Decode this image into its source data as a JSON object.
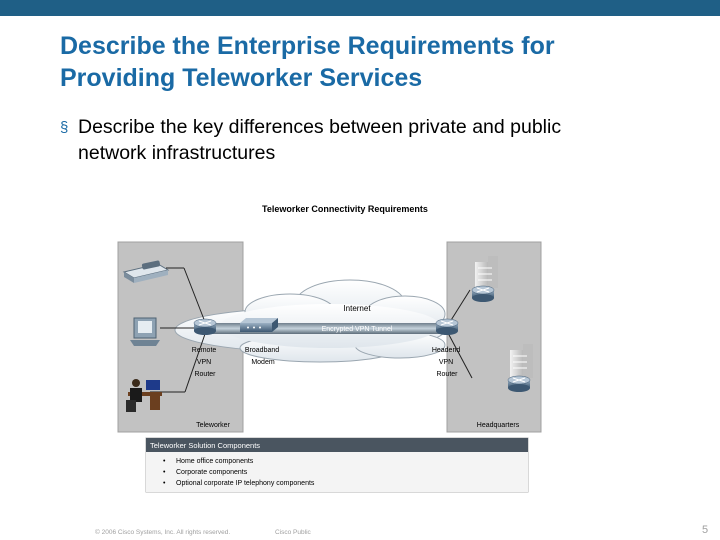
{
  "slide": {
    "title_lines": [
      "Describe the Enterprise Requirements for",
      "Providing Teleworker Services"
    ],
    "bullet_lines": [
      "Describe the key differences between private and public",
      "network infrastructures"
    ],
    "accent_color": "#1a6aa5",
    "topbar_color": "#1f5f86"
  },
  "figure": {
    "title": "Teleworker Connectivity Requirements",
    "cloud_label": "Internet",
    "tunnel_label": "Encrypted VPN Tunnel",
    "remote_router_label": [
      "Remote",
      "VPN",
      "Router"
    ],
    "modem_label": [
      "Broadband",
      "Modem"
    ],
    "headend_label": [
      "Headend",
      "VPN",
      "Router"
    ],
    "left_panel_label": "Teleworker",
    "right_panel_label": "Headquarters",
    "components": {
      "header": "Teleworker Solution Components",
      "items": [
        "Home office components",
        "Corporate components",
        "Optional corporate IP telephony components"
      ]
    },
    "icons": [
      "ip-phone-icon",
      "pc-icon",
      "teleworker-person-icon",
      "router-icon",
      "broadband-modem-icon",
      "building-icon"
    ]
  },
  "footer": {
    "copyright": "© 2006 Cisco Systems, Inc. All rights reserved.",
    "classification": "Cisco Public",
    "page": "5"
  }
}
